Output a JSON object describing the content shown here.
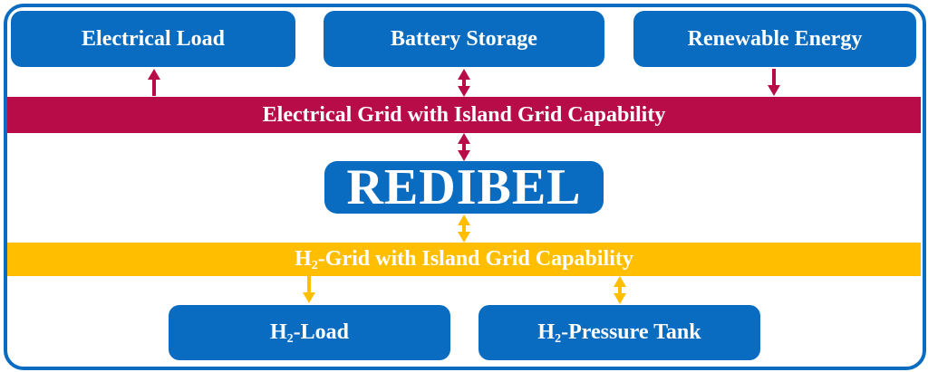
{
  "top_boxes": {
    "electrical_load": "Electrical Load",
    "battery_storage": "Battery Storage",
    "renewable_energy": "Renewable Energy"
  },
  "electrical_grid": "Electrical Grid with Island Grid Capability",
  "center": "REDIBEL",
  "h2_grid": {
    "prefix": "H",
    "sub": "2",
    "rest": "-Grid with Island Grid Capability"
  },
  "bottom_boxes": {
    "h2_load": {
      "prefix": "H",
      "sub": "2",
      "rest": "-Load"
    },
    "h2_tank": {
      "prefix": "H",
      "sub": "2",
      "rest": "-Pressure Tank"
    }
  },
  "colors": {
    "box_blue": "#0a6cc0",
    "grid_red": "#b80c48",
    "grid_yellow": "#ffbf00"
  }
}
